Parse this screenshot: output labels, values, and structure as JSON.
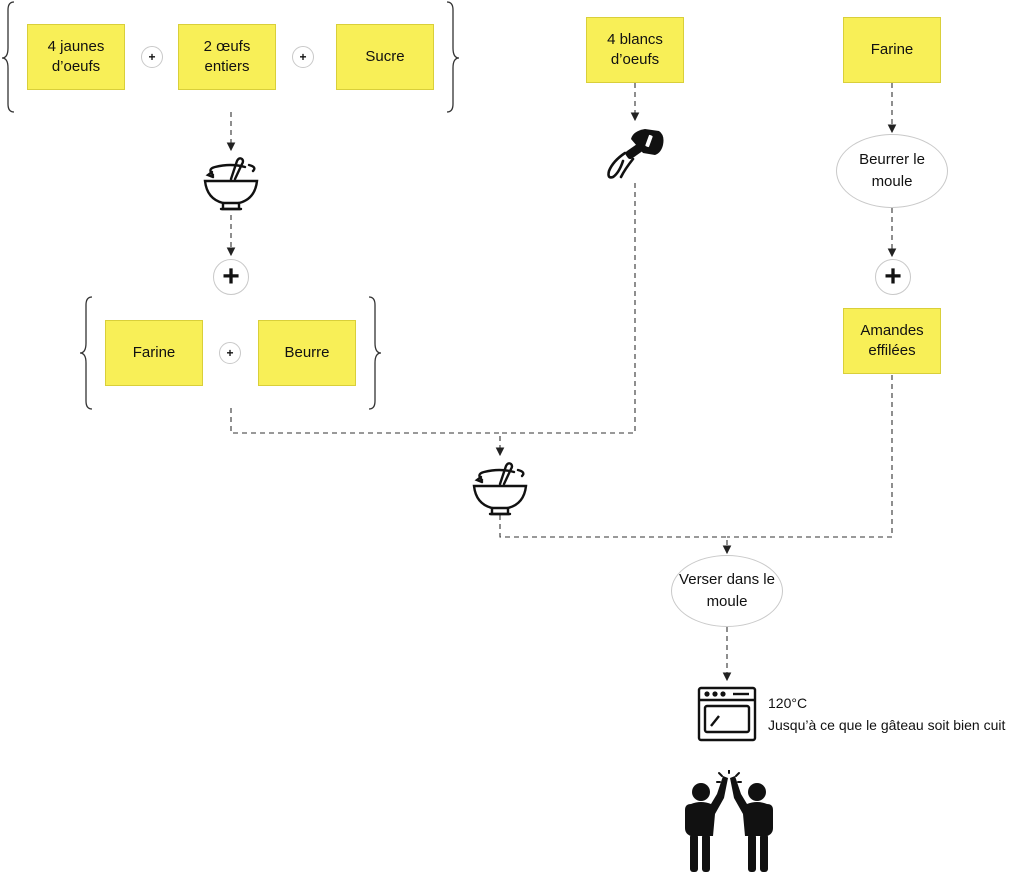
{
  "group1": {
    "item1": "4 jaunes\nd’oeufs",
    "item2": "2 œufs\nentiers",
    "item3": "Sucre"
  },
  "group2": {
    "item1": "Farine",
    "item2": "Beurre"
  },
  "whites": "4 blancs\nd’oeufs",
  "flour_right": "Farine",
  "butter_mold": "Beurrer le\nmoule",
  "almonds": "Amandes\neffilées",
  "pour": "Verser dans le\nmoule",
  "oven": {
    "temp": "120°C",
    "instruction": "Jusqu’à ce que le gâteau soit bien cuit"
  },
  "plus_symbol": "+",
  "icons": [
    "mixing-bowl-icon",
    "hand-mixer-icon",
    "oven-icon",
    "high-five-icon"
  ]
}
